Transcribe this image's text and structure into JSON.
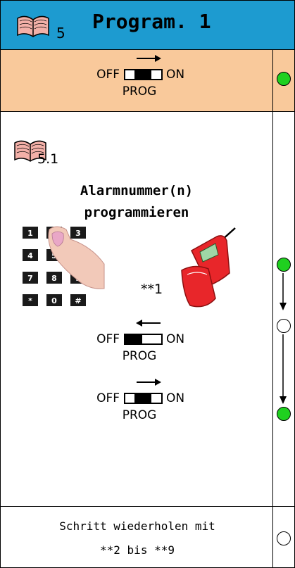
{
  "header": {
    "section_number": "5",
    "title": "Program. 1"
  },
  "switch_label": {
    "off": "OFF",
    "on": "ON",
    "prog": "PROG"
  },
  "step": {
    "number": "5.1",
    "heading_line1": "Alarmnummer(n)",
    "heading_line2": "programmieren",
    "note": "**1"
  },
  "keypad_keys": [
    "1",
    "2",
    "3",
    "4",
    "5",
    "6",
    "7",
    "8",
    "9",
    "*",
    "0",
    "#"
  ],
  "footer": {
    "line1": "Schritt wiederholen mit",
    "line2": "**2 bis **9"
  },
  "colors": {
    "header_bg": "#1d9bd0",
    "prog_band_bg": "#f9c99b",
    "led_green": "#1fd01f",
    "phone_red": "#e8262a"
  }
}
